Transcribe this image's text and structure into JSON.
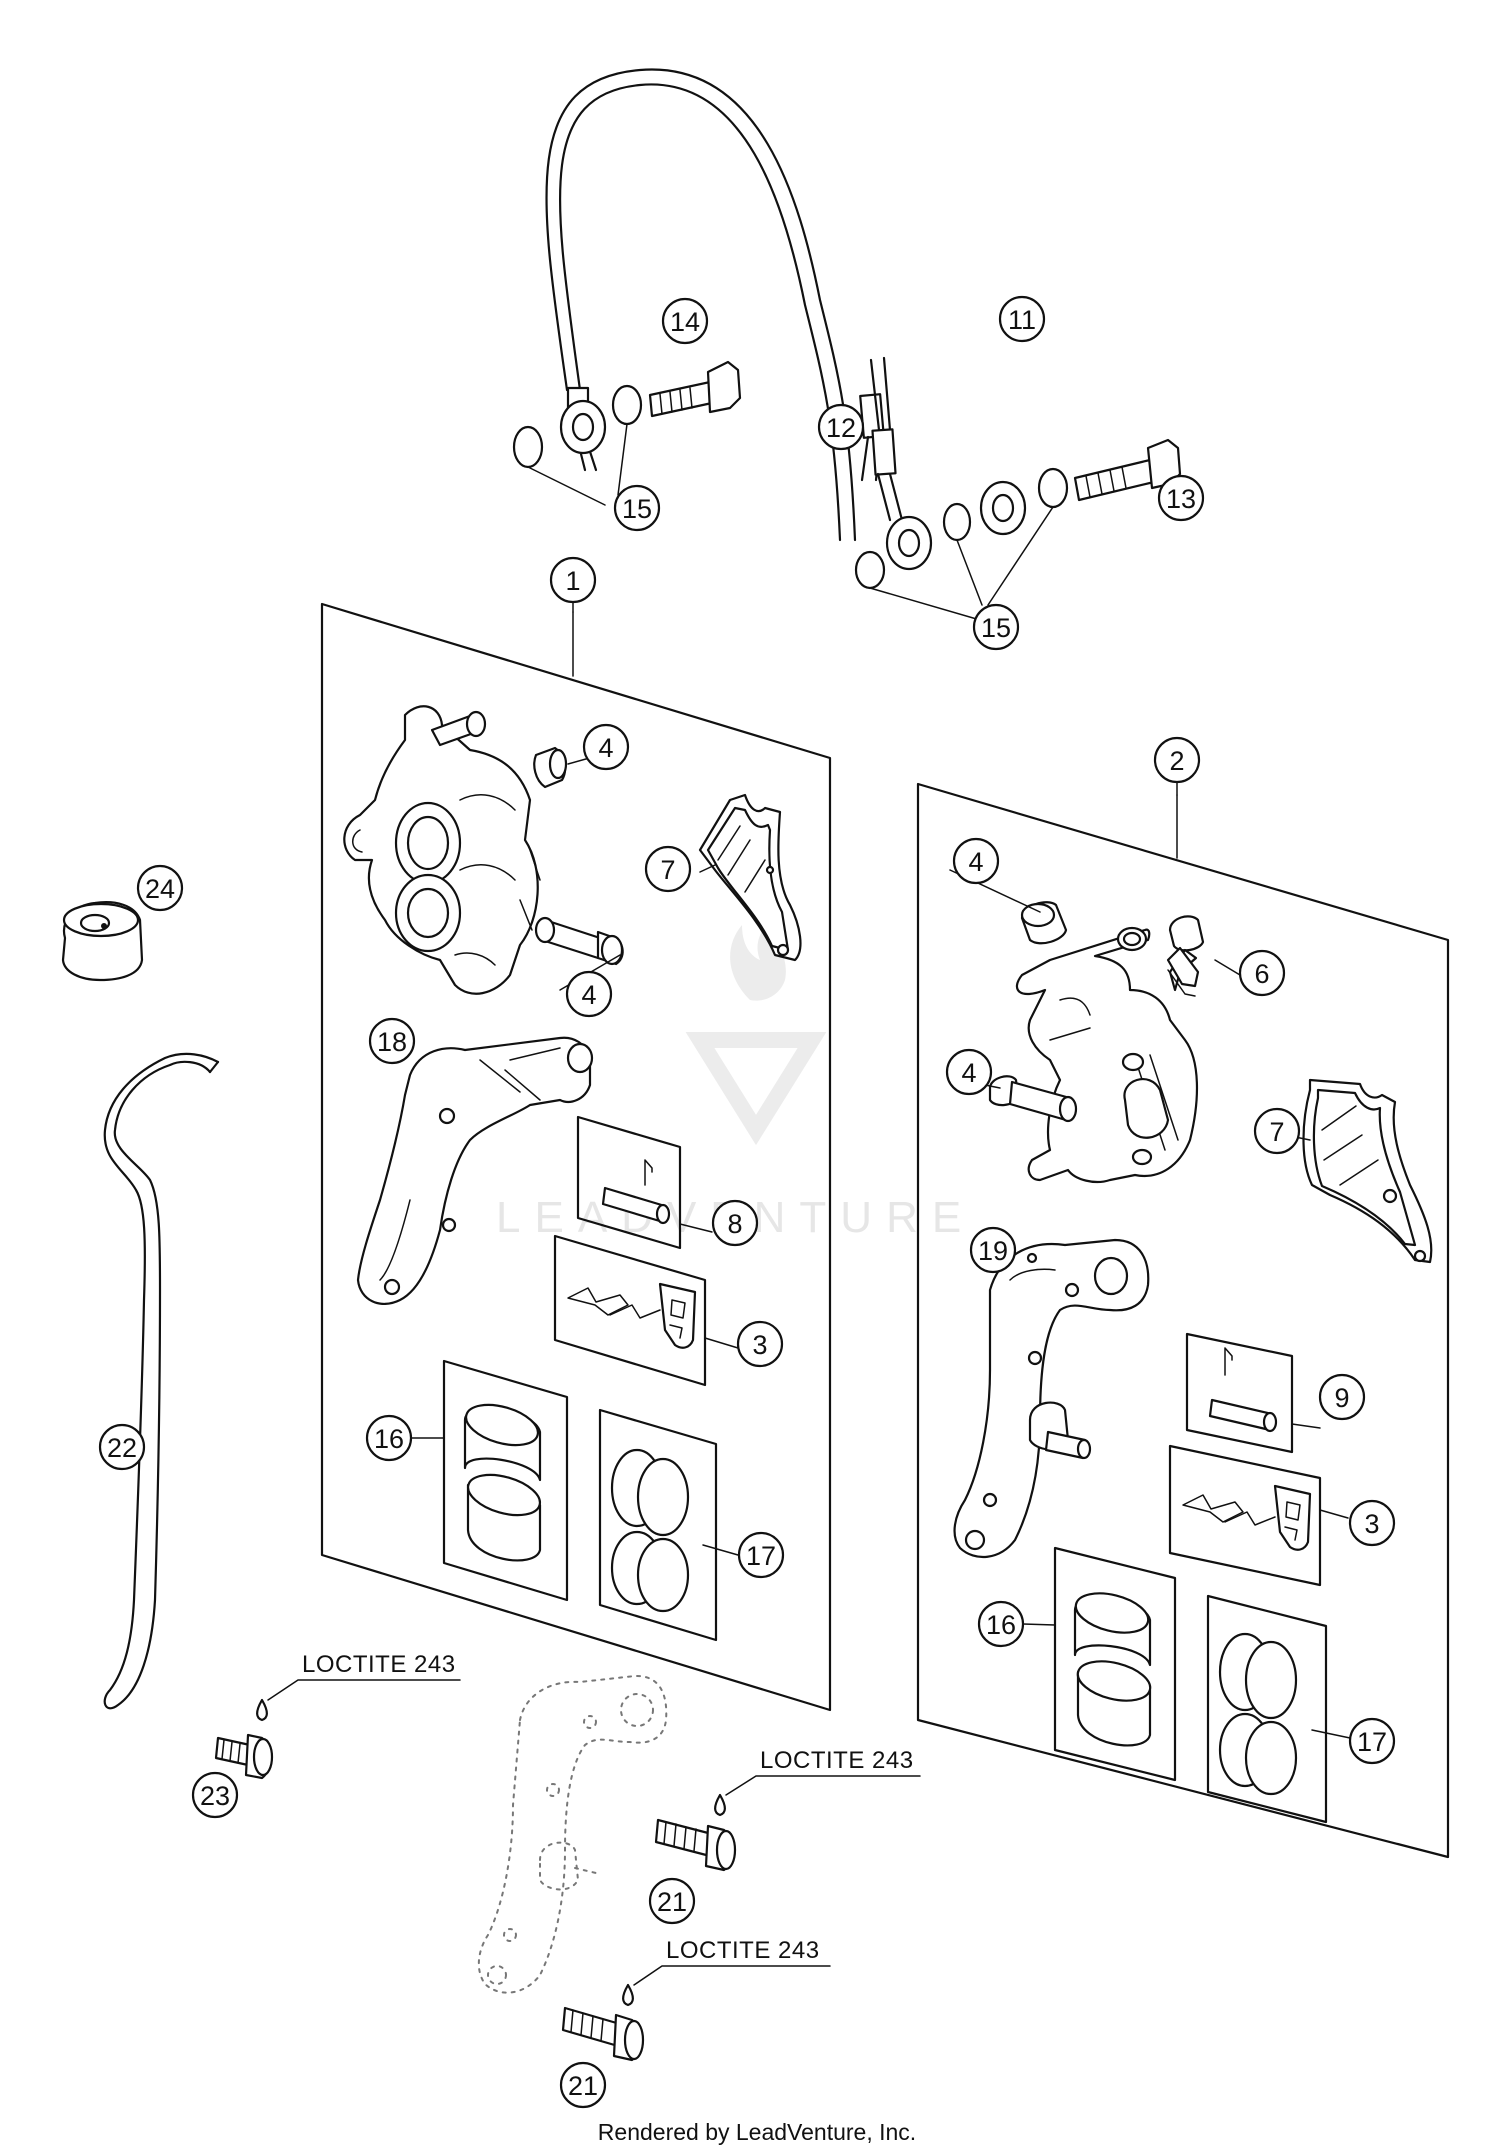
{
  "callouts": {
    "c1": "1",
    "c2": "2",
    "c3a": "3",
    "c3b": "3",
    "c4a": "4",
    "c4b": "4",
    "c4c": "4",
    "c4d": "4",
    "c6": "6",
    "c7a": "7",
    "c7b": "7",
    "c8": "8",
    "c9": "9",
    "c11": "11",
    "c12": "12",
    "c13": "13",
    "c14": "14",
    "c15a": "15",
    "c15b": "15",
    "c16a": "16",
    "c16b": "16",
    "c17a": "17",
    "c17b": "17",
    "c18": "18",
    "c19": "19",
    "c21a": "21",
    "c21b": "21",
    "c22": "22",
    "c23": "23",
    "c24": "24"
  },
  "labels": {
    "loctite_a": "LOCTITE 243",
    "loctite_b": "LOCTITE 243",
    "loctite_c": "LOCTITE 243"
  },
  "watermark": {
    "text": "LEADVENTURE"
  },
  "footer": {
    "credit": "Rendered by LeadVenture, Inc."
  }
}
